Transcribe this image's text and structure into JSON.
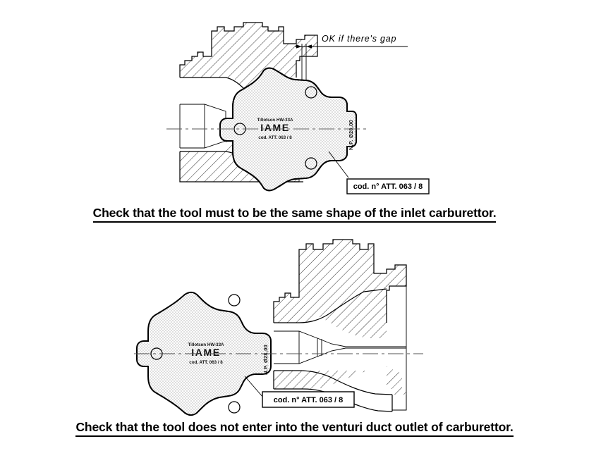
{
  "document": {
    "title": "Carburettor inlet and venturi duct check instructions",
    "background_color": "#ffffff",
    "line_color": "#000000"
  },
  "figures": [
    {
      "id": "figure-1",
      "name": "carburettor-inlet-check-drawing",
      "description": "Cross section of carburettor with gauge tool placed at the inlet side",
      "annotations": {
        "gap_note": "OK if there's gap",
        "callout": "cod.  n° ATT. 063 / 8",
        "bore_label": "N.P. Ø28,00"
      },
      "tool_marking": {
        "line1": "Tillotson HW-33A",
        "line2": "IAME",
        "line3": "cod. ATT. 063 / 8"
      }
    },
    {
      "id": "figure-2",
      "name": "carburettor-venturi-outlet-check-drawing",
      "description": "Cross section of carburettor with gauge tool placed at the venturi duct outlet side",
      "annotations": {
        "callout": "cod.  n° ATT. 063 / 8",
        "bore_label": "N.P. Ø28,00"
      },
      "tool_marking": {
        "line1": "Tillotson HW-33A",
        "line2": "IAME",
        "line3": "cod. ATT. 063 / 8"
      }
    }
  ],
  "captions": {
    "caption_1": "Check that the tool must to be the same shape of the inlet carburettor.",
    "caption_2": "Check that the tool does not enter into the venturi duct outlet of carburettor."
  }
}
